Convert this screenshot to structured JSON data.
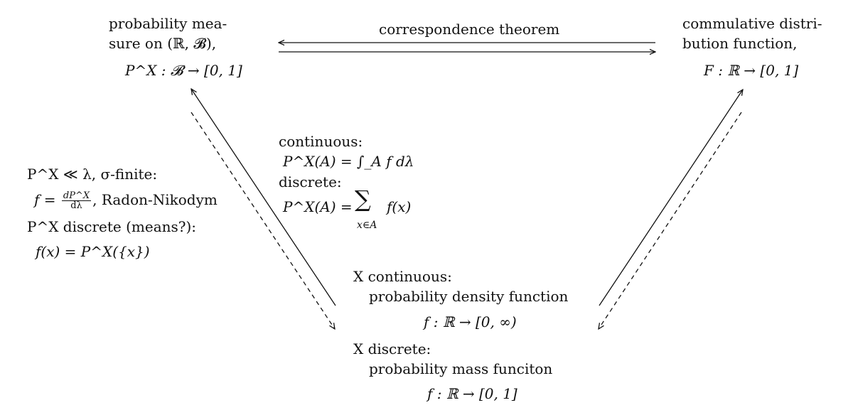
{
  "top_left": {
    "line1": "probability mea-",
    "line2_prefix": "sure on ",
    "line2_math": "(ℝ, 𝓑),",
    "line3": "P^X : 𝓑 → [0, 1]"
  },
  "top_right": {
    "line1": "commulative distri-",
    "line2": "bution function,",
    "line3": "F : ℝ → [0, 1]"
  },
  "correspondence_label": "correspondence theorem",
  "left_notes": {
    "line1": "P^X ≪ λ, σ-finite:",
    "line2_lhs": "f =",
    "line2_frac_num": "dP^X",
    "line2_frac_den": "dλ",
    "line2_rest": ", Radon-Nikodym",
    "line3": "P^X discrete (means?):",
    "line4": "f(x) = P^X({x})"
  },
  "middle_notes": {
    "continuous_label": "continuous:",
    "continuous_formula": "P^X(A) = ∫_A f dλ",
    "discrete_label": "discrete:",
    "discrete_formula_lhs": "P^X(A) =",
    "discrete_formula_rhs": "f(x)",
    "discrete_sum_sub": "x∈A"
  },
  "bottom": {
    "cont_label": "X continuous:",
    "cont_name": "probability density function",
    "cont_map": "f : ℝ → [0, ∞)",
    "disc_label": "X discrete:",
    "disc_name": "probability mass funciton",
    "disc_map": "f : ℝ → [0, 1]"
  }
}
